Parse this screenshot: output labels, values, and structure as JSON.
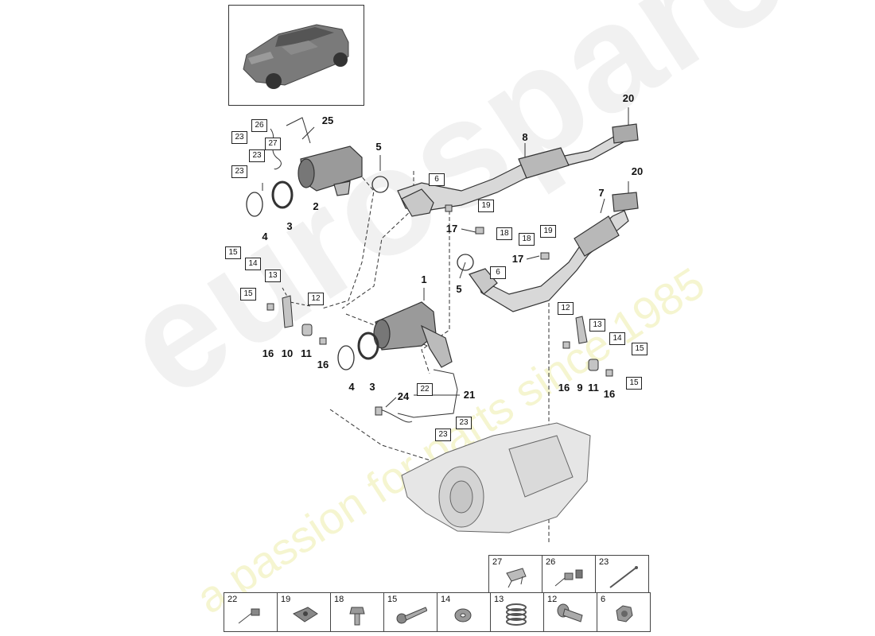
{
  "diagram": {
    "labels": {
      "l1": "1",
      "l2": "2",
      "l3a": "3",
      "l3b": "3",
      "l4a": "4",
      "l4b": "4",
      "l5a": "5",
      "l5b": "5",
      "l7": "7",
      "l8": "8",
      "l9": "9",
      "l10": "10",
      "l11a": "11",
      "l11b": "11",
      "l16a": "16",
      "l16b": "16",
      "l16c": "16",
      "l16d": "16",
      "l17a": "17",
      "l17b": "17",
      "l20a": "20",
      "l20b": "20",
      "l21": "21",
      "l24": "24",
      "l25": "25"
    },
    "boxes": {
      "b26": "26",
      "b27": "27",
      "b23a": "23",
      "b23b": "23",
      "b23c": "23",
      "b6a": "6",
      "b6b": "6",
      "b19a": "19",
      "b19b": "19",
      "b18a": "18",
      "b18b": "18",
      "b15a": "15",
      "b14a": "14",
      "b13a": "13",
      "b15b": "15",
      "b12a": "12",
      "b12b": "12",
      "b13b": "13",
      "b14b": "14",
      "b15c": "15",
      "b15d": "15",
      "b22": "22",
      "b23d": "23",
      "b23e": "23"
    }
  },
  "legend": {
    "row1": [
      "27",
      "26",
      "23"
    ],
    "row2": [
      "22",
      "19",
      "18",
      "15",
      "14",
      "13",
      "12",
      "6"
    ]
  },
  "watermark": {
    "brand": "eurospares",
    "tagline": "a passion for parts since 1985"
  }
}
